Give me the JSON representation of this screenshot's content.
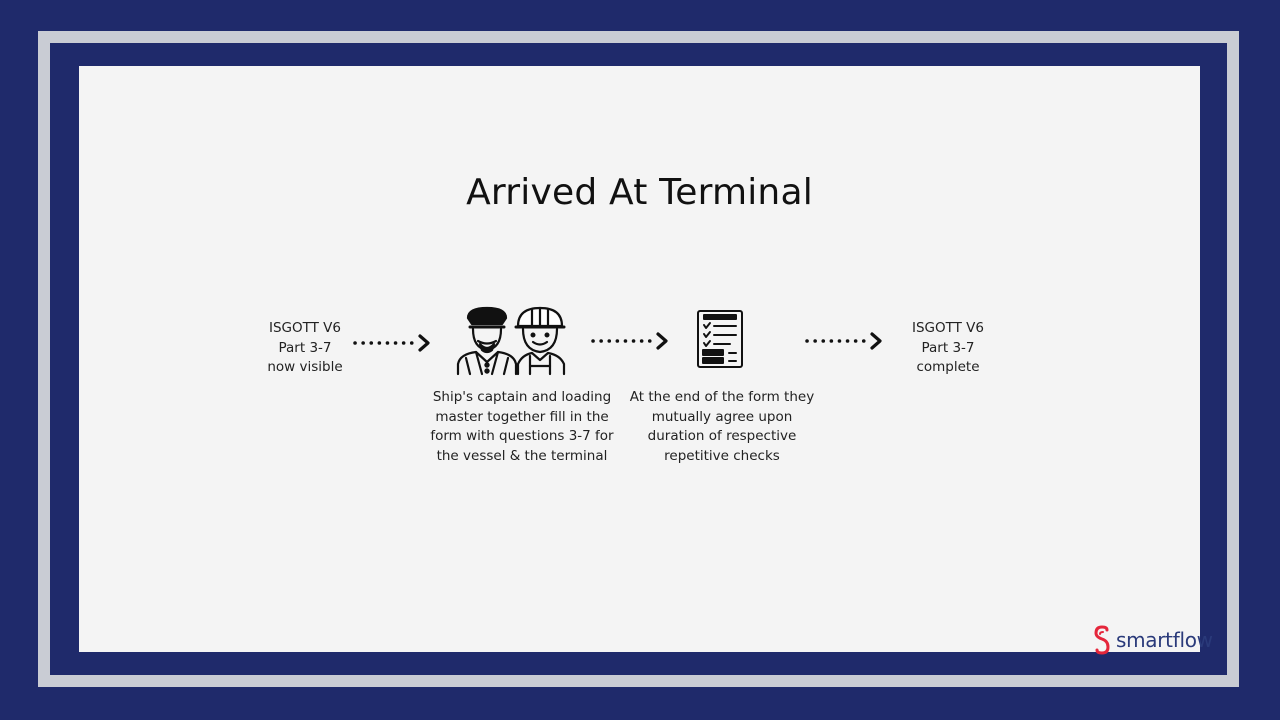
{
  "slide": {
    "title": "Arrived At Terminal"
  },
  "flow": {
    "start": {
      "lines": [
        "ISGOTT V6",
        "Part 3-7",
        "now visible"
      ]
    },
    "people_step": {
      "icon": "captain-and-worker-icon",
      "lines": [
        "Ship's captain and loading",
        "master together fill in the",
        "form with questions 3-7 for",
        "the vessel & the terminal"
      ]
    },
    "form_step": {
      "icon": "checklist-form-icon",
      "lines": [
        "At the end of the form they",
        "mutually agree upon",
        "duration of respective",
        "repetitive checks"
      ]
    },
    "end": {
      "lines": [
        "ISGOTT V6",
        "Part 3-7",
        "complete"
      ]
    }
  },
  "brand": {
    "name": "smartflow",
    "logo_icon": "smartflow-s-logo-icon",
    "colors": {
      "logo_mark": "#e5263b",
      "logo_text": "#2a3a7a",
      "frame": "#1f2a6b"
    }
  }
}
